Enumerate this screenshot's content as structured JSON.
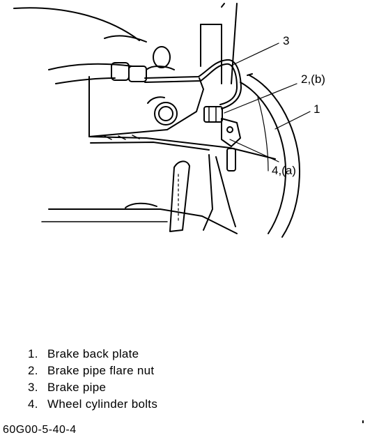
{
  "callouts": {
    "c1": "1",
    "c2": "2,(b)",
    "c3": "3",
    "c4": "4,(a)"
  },
  "legend": [
    {
      "num": "1.",
      "text": "Brake back plate"
    },
    {
      "num": "2.",
      "text": "Brake pipe flare nut"
    },
    {
      "num": "3.",
      "text": "Brake pipe"
    },
    {
      "num": "4.",
      "text": "Wheel cylinder bolts"
    }
  ],
  "figure_code": "60G00-5-40-4"
}
